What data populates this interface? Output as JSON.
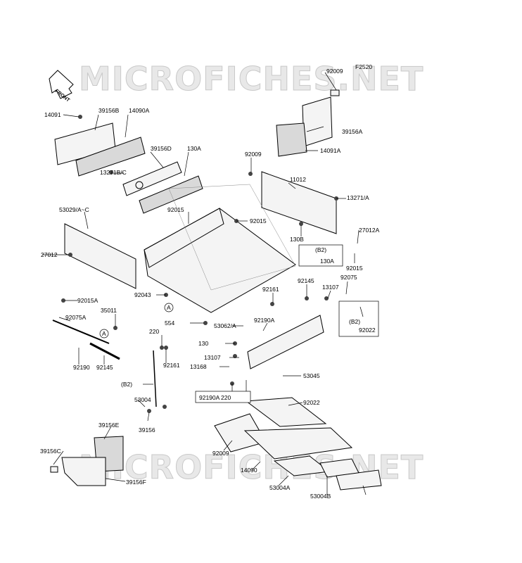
{
  "diagram_code": "F2520",
  "watermark": "MICROFICHES.NET",
  "front_arrow": "FRONT",
  "callout_a": "A",
  "parts": [
    "92009",
    "14091",
    "39156B",
    "14090A",
    "39156A",
    "14091A",
    "39156D",
    "130A",
    "92009",
    "13271B/C",
    "11012",
    "13271/A",
    "53029/A~C",
    "92015",
    "92015",
    "130B",
    "27012A",
    "(B2)",
    "130A",
    "27012",
    "92015",
    "92043",
    "92161",
    "92145",
    "13107",
    "92075",
    "92015A",
    "35011",
    "92075A",
    "554",
    "53062/A",
    "92190A",
    "(B2)",
    "92022",
    "220",
    "92161",
    "130",
    "92190",
    "92145",
    "13107",
    "13168",
    "53045",
    "(B2)",
    "92190A",
    "220",
    "53004",
    "92022",
    "39156",
    "39156E",
    "92009",
    "39156C",
    "14090",
    "39156F",
    "53004A",
    "53004B"
  ]
}
